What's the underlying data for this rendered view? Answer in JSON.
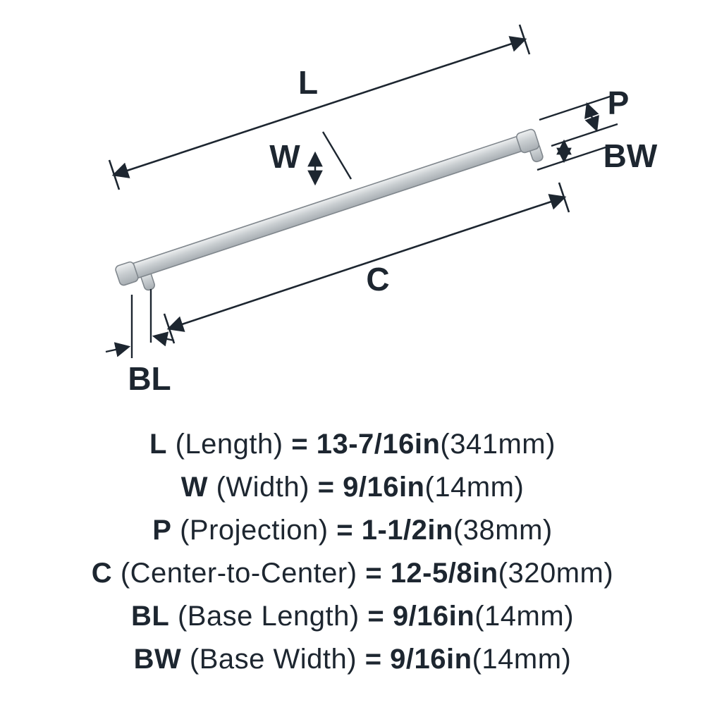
{
  "page": {
    "background": "#ffffff",
    "ink": "#1d2630",
    "metal_light": "#eef0f1",
    "metal_mid": "#c9ced1",
    "metal_dark": "#a7adb2"
  },
  "diagram": {
    "description": "bar-pull-handle-dimension-diagram",
    "labels": {
      "length": "L",
      "width": "W",
      "projection": "P",
      "center_to_center": "C",
      "base_length": "BL",
      "base_width": "BW"
    }
  },
  "specs": [
    {
      "key": "L",
      "name": "(Length)",
      "equals": "=",
      "value": "13-7/16in",
      "metric": "(341mm)"
    },
    {
      "key": "W",
      "name": "(Width)",
      "equals": "=",
      "value": "9/16in",
      "metric": "(14mm)"
    },
    {
      "key": "P",
      "name": "(Projection)",
      "equals": "=",
      "value": "1-1/2in",
      "metric": "(38mm)"
    },
    {
      "key": "C",
      "name": "(Center-to-Center)",
      "equals": "=",
      "value": "12-5/8in",
      "metric": "(320mm)"
    },
    {
      "key": "BL",
      "name": "(Base Length)",
      "equals": "=",
      "value": "9/16in",
      "metric": "(14mm)"
    },
    {
      "key": "BW",
      "name": "(Base Width)",
      "equals": "=",
      "value": "9/16in",
      "metric": "(14mm)"
    }
  ]
}
